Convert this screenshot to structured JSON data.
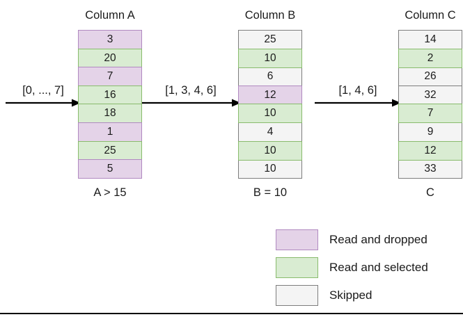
{
  "diagram": {
    "columns": [
      {
        "id": "a",
        "title": "Column A",
        "footer": "A > 15",
        "cells": [
          {
            "value": "3",
            "state": "dropped"
          },
          {
            "value": "20",
            "state": "selected"
          },
          {
            "value": "7",
            "state": "dropped"
          },
          {
            "value": "16",
            "state": "selected"
          },
          {
            "value": "18",
            "state": "selected"
          },
          {
            "value": "1",
            "state": "dropped"
          },
          {
            "value": "25",
            "state": "selected"
          },
          {
            "value": "5",
            "state": "dropped"
          }
        ]
      },
      {
        "id": "b",
        "title": "Column B",
        "footer": "B = 10",
        "cells": [
          {
            "value": "25",
            "state": "skipped"
          },
          {
            "value": "10",
            "state": "selected"
          },
          {
            "value": "6",
            "state": "skipped"
          },
          {
            "value": "12",
            "state": "dropped"
          },
          {
            "value": "10",
            "state": "selected"
          },
          {
            "value": "4",
            "state": "skipped"
          },
          {
            "value": "10",
            "state": "selected"
          },
          {
            "value": "10",
            "state": "skipped"
          }
        ]
      },
      {
        "id": "c",
        "title": "Column C",
        "footer": "C",
        "cells": [
          {
            "value": "14",
            "state": "skipped"
          },
          {
            "value": "2",
            "state": "selected"
          },
          {
            "value": "26",
            "state": "skipped"
          },
          {
            "value": "32",
            "state": "skipped"
          },
          {
            "value": "7",
            "state": "selected"
          },
          {
            "value": "9",
            "state": "skipped"
          },
          {
            "value": "12",
            "state": "selected"
          },
          {
            "value": "33",
            "state": "skipped"
          }
        ]
      }
    ],
    "arrows": [
      {
        "id": "arrow-1",
        "label": "[0, ..., 7]"
      },
      {
        "id": "arrow-2",
        "label": "[1, 3, 4, 6]"
      },
      {
        "id": "arrow-3",
        "label": "[1, 4, 6]"
      }
    ],
    "legend": [
      {
        "state": "dropped",
        "label": "Read and dropped"
      },
      {
        "state": "selected",
        "label": "Read and selected"
      },
      {
        "state": "skipped",
        "label": "Skipped"
      }
    ],
    "colors": {
      "dropped_fill": "#e4d3e8",
      "dropped_border": "#b089c0",
      "selected_fill": "#d9ecd2",
      "selected_border": "#88bb6c",
      "skipped_fill": "#f4f4f4",
      "skipped_border": "#7d7d7d",
      "text": "#1a1a1a",
      "arrow": "#000000"
    }
  }
}
